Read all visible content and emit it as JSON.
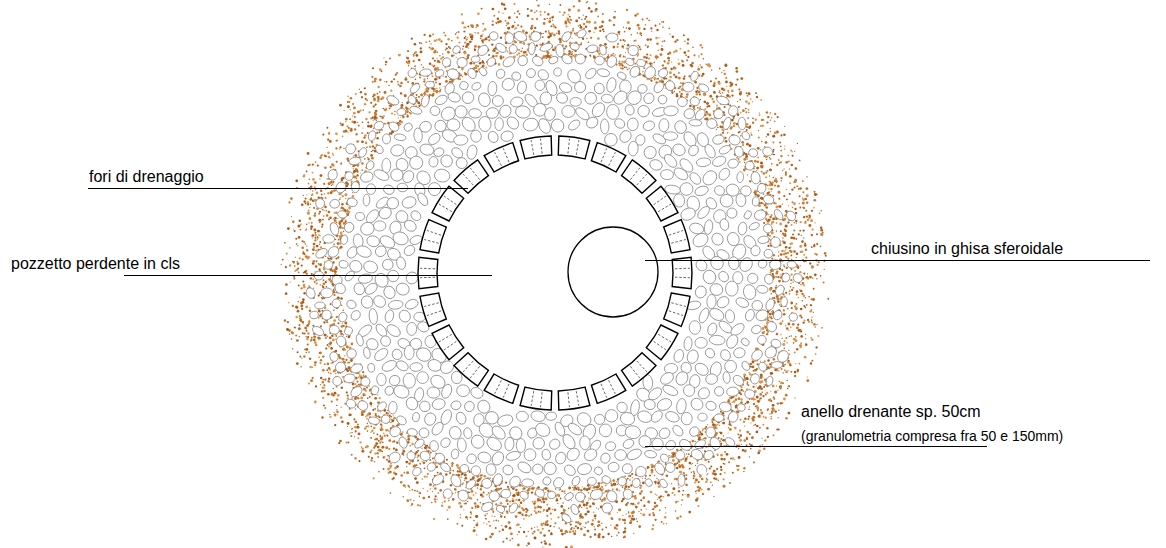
{
  "diagram": {
    "labels": [
      "fori di drenaggio",
      "pozzetto perdente in cls",
      "chiusino in ghisa sferoidale",
      "anello drenante sp. 50cm",
      "(granulometria compresa fra 50 e 150mm)"
    ]
  }
}
